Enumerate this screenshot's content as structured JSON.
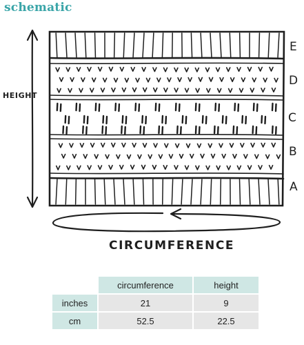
{
  "title": "schematic",
  "colors": {
    "title": "#3aa5a8",
    "ink": "#1e1e1e",
    "table_header": "#cfe7e4",
    "table_cell": "#e6e6e6"
  },
  "diagram": {
    "sections": [
      {
        "letter": "E",
        "pattern": "ribbing"
      },
      {
        "letter": "D",
        "pattern": "small-v-stitches"
      },
      {
        "letter": "C",
        "pattern": "vertical-dashes"
      },
      {
        "letter": "B",
        "pattern": "small-v-stitches"
      },
      {
        "letter": "A",
        "pattern": "ribbing"
      }
    ],
    "height_label": "HEIGHT",
    "circumference_label": "CIRCUMFERENCE"
  },
  "table": {
    "headers": [
      "circumference",
      "height"
    ],
    "rows": [
      {
        "label": "inches",
        "values": [
          "21",
          "9"
        ]
      },
      {
        "label": "cm",
        "values": [
          "52.5",
          "22.5"
        ]
      }
    ]
  }
}
